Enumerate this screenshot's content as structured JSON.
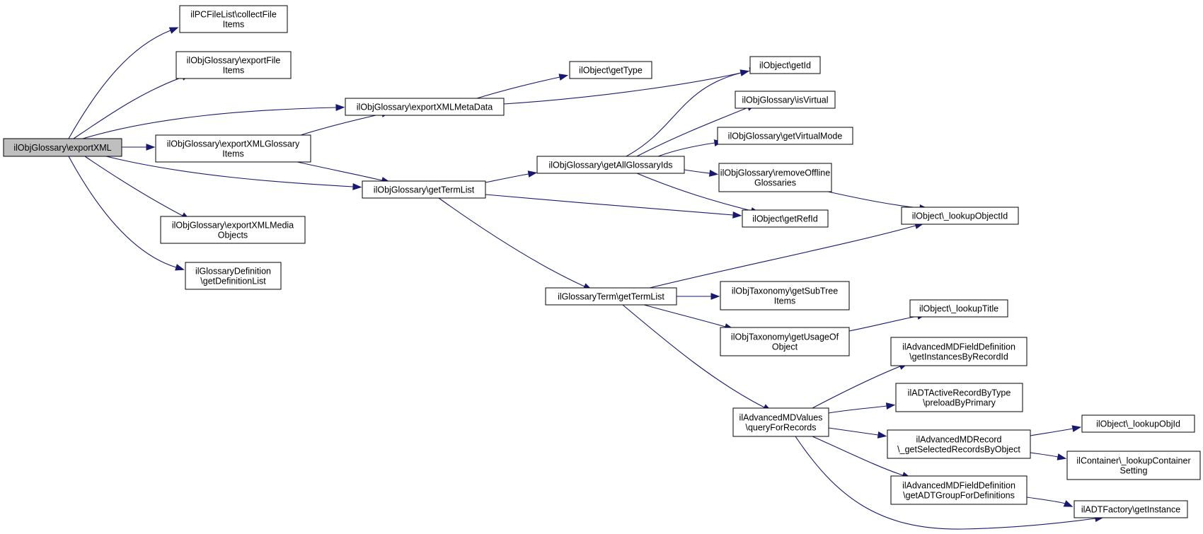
{
  "graph": {
    "nodes": [
      {
        "id": "n0",
        "lines": [
          "ilObjGlossary\\exportXML"
        ],
        "root": true
      },
      {
        "id": "n1",
        "lines": [
          "ilPCFileList\\collectFile",
          "Items"
        ]
      },
      {
        "id": "n2",
        "lines": [
          "ilObjGlossary\\exportFile",
          "Items"
        ]
      },
      {
        "id": "n3",
        "lines": [
          "ilObjGlossary\\exportXMLMetaData"
        ]
      },
      {
        "id": "n4",
        "lines": [
          "ilObjGlossary\\exportXMLGlossary",
          "Items"
        ]
      },
      {
        "id": "n5",
        "lines": [
          "ilObjGlossary\\getTermList"
        ]
      },
      {
        "id": "n6",
        "lines": [
          "ilObjGlossary\\exportXMLMedia",
          "Objects"
        ]
      },
      {
        "id": "n7",
        "lines": [
          "ilGlossaryDefinition",
          "\\getDefinitionList"
        ]
      },
      {
        "id": "n8",
        "lines": [
          "ilObject\\getType"
        ]
      },
      {
        "id": "n9",
        "lines": [
          "ilObject\\getId"
        ]
      },
      {
        "id": "n10",
        "lines": [
          "ilObjGlossary\\getAllGlossaryIds"
        ]
      },
      {
        "id": "n11",
        "lines": [
          "ilObject\\getRefId"
        ]
      },
      {
        "id": "n12",
        "lines": [
          "ilGlossaryTerm\\getTermList"
        ]
      },
      {
        "id": "n13",
        "lines": [
          "ilObjGlossary\\isVirtual"
        ]
      },
      {
        "id": "n14",
        "lines": [
          "ilObjGlossary\\getVirtualMode"
        ]
      },
      {
        "id": "n15",
        "lines": [
          "ilObjGlossary\\removeOffline",
          "Glossaries"
        ]
      },
      {
        "id": "n16",
        "lines": [
          "ilObject\\_lookupObjectId"
        ]
      },
      {
        "id": "n17",
        "lines": [
          "ilObjTaxonomy\\getSubTree",
          "Items"
        ]
      },
      {
        "id": "n18",
        "lines": [
          "ilObjTaxonomy\\getUsageOf",
          "Object"
        ]
      },
      {
        "id": "n19",
        "lines": [
          "ilAdvancedMDValues",
          "\\queryForRecords"
        ]
      },
      {
        "id": "n20",
        "lines": [
          "ilObject\\_lookupTitle"
        ]
      },
      {
        "id": "n21",
        "lines": [
          "ilAdvancedMDFieldDefinition",
          "\\getInstancesByRecordId"
        ]
      },
      {
        "id": "n22",
        "lines": [
          "ilADTActiveRecordByType",
          "\\preloadByPrimary"
        ]
      },
      {
        "id": "n23",
        "lines": [
          "ilAdvancedMDRecord",
          "\\_getSelectedRecordsByObject"
        ]
      },
      {
        "id": "n24",
        "lines": [
          "ilAdvancedMDFieldDefinition",
          "\\getADTGroupForDefinitions"
        ]
      },
      {
        "id": "n25",
        "lines": [
          "ilObject\\_lookupObjId"
        ]
      },
      {
        "id": "n26",
        "lines": [
          "ilContainer\\_lookupContainer",
          "Setting"
        ]
      },
      {
        "id": "n27",
        "lines": [
          "ilADTFactory\\getInstance"
        ]
      }
    ],
    "edges": [
      [
        "n0",
        "n1"
      ],
      [
        "n0",
        "n2"
      ],
      [
        "n0",
        "n3"
      ],
      [
        "n0",
        "n4"
      ],
      [
        "n0",
        "n5"
      ],
      [
        "n0",
        "n6"
      ],
      [
        "n0",
        "n7"
      ],
      [
        "n3",
        "n8"
      ],
      [
        "n3",
        "n9"
      ],
      [
        "n4",
        "n3"
      ],
      [
        "n4",
        "n5"
      ],
      [
        "n5",
        "n10"
      ],
      [
        "n5",
        "n11"
      ],
      [
        "n5",
        "n12"
      ],
      [
        "n10",
        "n9"
      ],
      [
        "n10",
        "n13"
      ],
      [
        "n10",
        "n14"
      ],
      [
        "n10",
        "n15"
      ],
      [
        "n10",
        "n11"
      ],
      [
        "n12",
        "n16"
      ],
      [
        "n12",
        "n17"
      ],
      [
        "n12",
        "n18"
      ],
      [
        "n12",
        "n19"
      ],
      [
        "n15",
        "n16"
      ],
      [
        "n18",
        "n20"
      ],
      [
        "n19",
        "n21"
      ],
      [
        "n19",
        "n22"
      ],
      [
        "n19",
        "n23"
      ],
      [
        "n19",
        "n24"
      ],
      [
        "n19",
        "n27"
      ],
      [
        "n23",
        "n25"
      ],
      [
        "n23",
        "n26"
      ],
      [
        "n24",
        "n27"
      ]
    ],
    "colors": {
      "edge": "#191970",
      "node_fill": "#ffffff",
      "root_fill": "#bfbfbf",
      "border": "#000000"
    }
  }
}
